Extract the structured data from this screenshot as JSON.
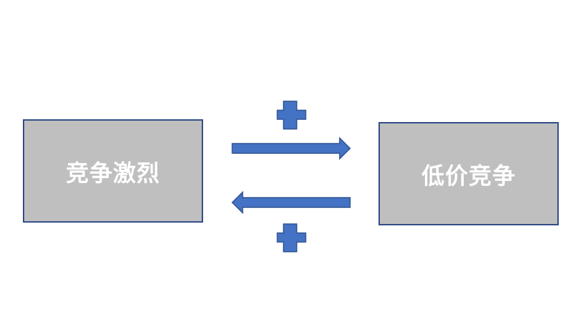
{
  "nodes": {
    "left": {
      "label": "竞争激烈"
    },
    "right": {
      "label": "低价竞争"
    }
  },
  "edges": [
    {
      "from": "left",
      "to": "right",
      "sign": "+"
    },
    {
      "from": "right",
      "to": "left",
      "sign": "+"
    }
  ],
  "colors": {
    "box_fill": "#bfbfbf",
    "box_border": "#2f4a86",
    "arrow_fill": "#4472c4",
    "arrow_stroke": "#2f528f"
  }
}
